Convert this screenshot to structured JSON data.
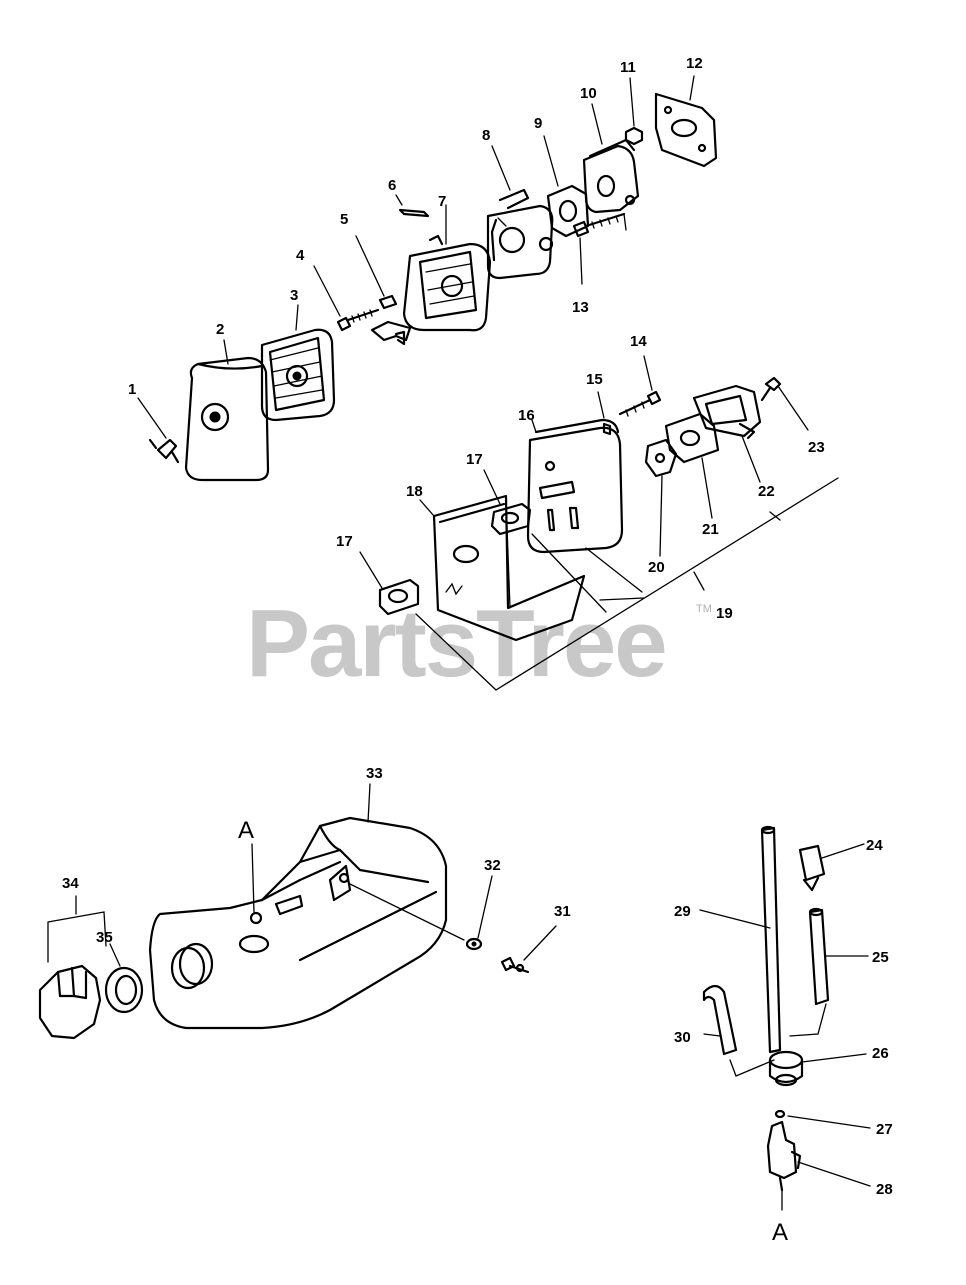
{
  "watermark": {
    "text": "PartsTree",
    "trademark": "TM"
  },
  "callouts": {
    "c1": "1",
    "c2": "2",
    "c3": "3",
    "c4": "4",
    "c5": "5",
    "c6": "6",
    "c7": "7",
    "c8": "8",
    "c9": "9",
    "c10": "10",
    "c11": "11",
    "c12": "12",
    "c13": "13",
    "c14": "14",
    "c15": "15",
    "c16": "16",
    "c17a": "17",
    "c17b": "17",
    "c18": "18",
    "c19": "19",
    "c20": "20",
    "c21": "21",
    "c22": "22",
    "c23": "23",
    "c24": "24",
    "c25": "25",
    "c26": "26",
    "c27": "27",
    "c28": "28",
    "c29": "29",
    "c30": "30",
    "c31": "31",
    "c32": "32",
    "c33": "33",
    "c34": "34",
    "c35": "35"
  },
  "reference_letters": {
    "tank_a": "A",
    "pickup_a": "A"
  }
}
